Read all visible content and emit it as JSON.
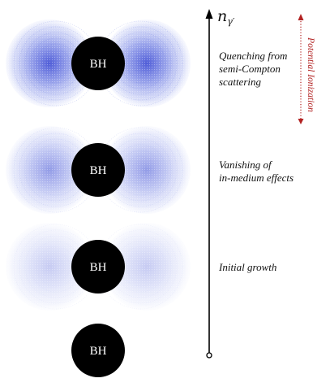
{
  "stages": [
    {
      "id": "quenching",
      "bh_label": "BH",
      "cloud_density": 1.0,
      "label": "Quenching from\nsemi-Compton\nscattering"
    },
    {
      "id": "vanishing",
      "bh_label": "BH",
      "cloud_density": 0.62,
      "label": "Vanishing of\nin-medium effects"
    },
    {
      "id": "initial",
      "bh_label": "BH",
      "cloud_density": 0.32,
      "label": "Initial growth"
    },
    {
      "id": "empty",
      "bh_label": "BH",
      "cloud_density": 0.0,
      "label": ""
    }
  ],
  "axis": {
    "symbol": "n",
    "subscript": "γ′"
  },
  "ionization": {
    "label": "Potential Ionization",
    "color": "#b22222"
  },
  "colors": {
    "cloud": "#3a4fd4",
    "black_hole": "#000000",
    "axis": "#000000"
  }
}
